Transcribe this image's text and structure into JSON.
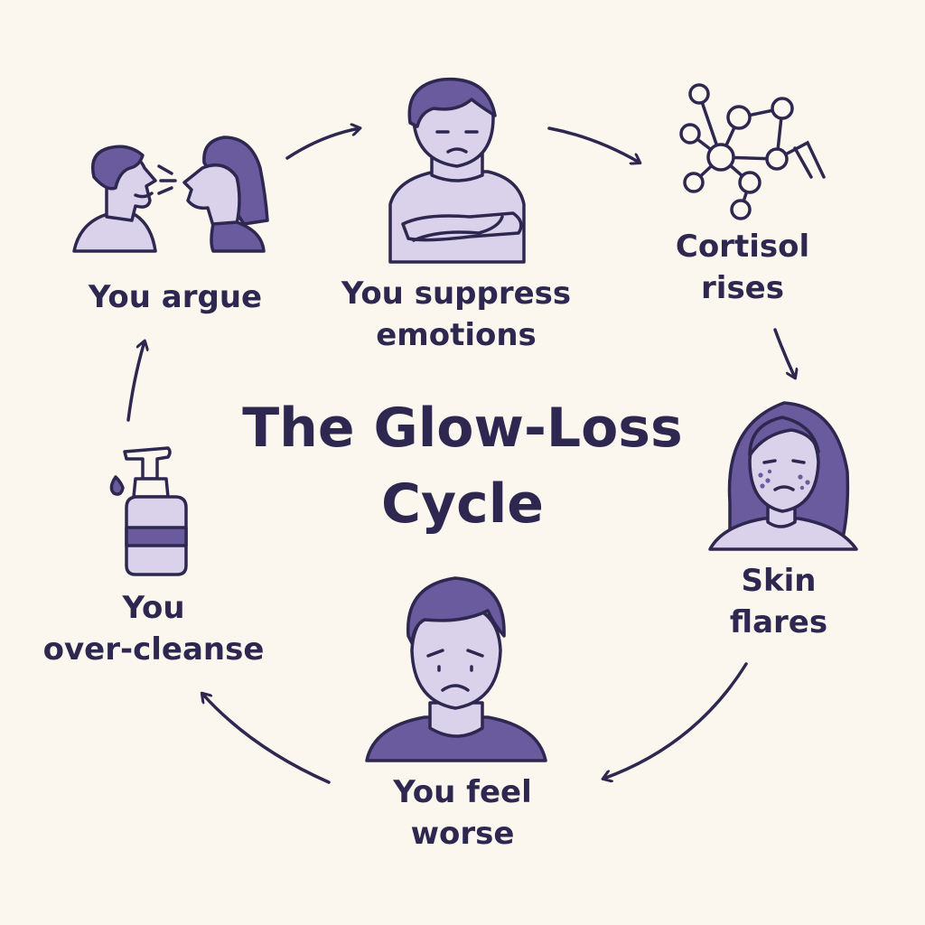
{
  "title": {
    "line1": "The Glow-Loss",
    "line2": "Cycle"
  },
  "steps": [
    {
      "id": "argue",
      "icon": "arguing-people-icon",
      "line1": "You argue",
      "line2": ""
    },
    {
      "id": "suppress",
      "icon": "crossed-arms-person-icon",
      "line1": "You suppress",
      "line2": "emotions"
    },
    {
      "id": "cortisol",
      "icon": "cortisol-molecule-icon",
      "line1": "Cortisol",
      "line2": "rises"
    },
    {
      "id": "skin",
      "icon": "woman-with-acne-icon",
      "line1": "Skin",
      "line2": "flares"
    },
    {
      "id": "worse",
      "icon": "sad-person-icon",
      "line1": "You feel",
      "line2": "worse"
    },
    {
      "id": "cleanse",
      "icon": "soap-pump-bottle-icon",
      "line1": "You",
      "line2": "over-cleanse"
    }
  ],
  "colors": {
    "background": "#FBF6EE",
    "ink": "#2E2850",
    "purple_dark": "#6A5A9E",
    "purple_light": "#D9D2EA"
  }
}
